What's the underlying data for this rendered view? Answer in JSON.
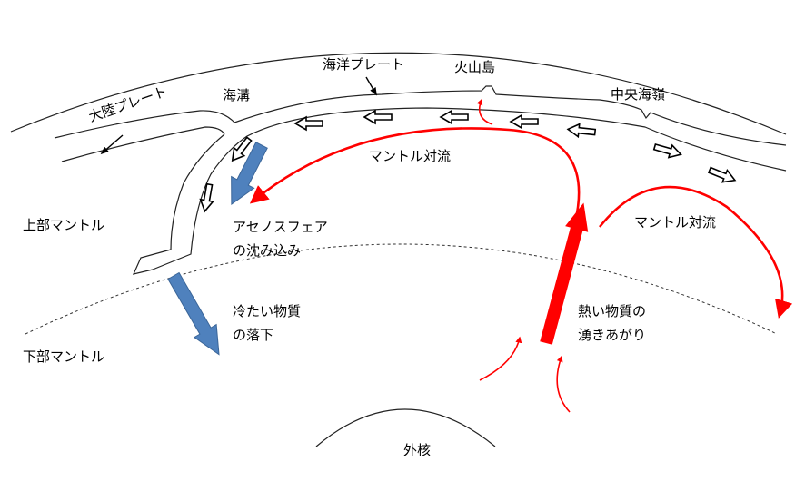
{
  "labels": {
    "continental_plate": "大陸プレート",
    "trench": "海溝",
    "oceanic_plate": "海洋プレート",
    "volcanic_island": "火山島",
    "mid_ocean_ridge": "中央海嶺",
    "mantle_convection_top": "マントル対流",
    "mantle_convection_right": "マントル対流",
    "upper_mantle": "上部マントル",
    "lower_mantle": "下部マントル",
    "asthenosphere_line1": "アセノスフェア",
    "asthenosphere_line2": "の沈み込み",
    "cold_line1": "冷たい物質",
    "cold_line2": "の落下",
    "hot_line1": "熱い物質の",
    "hot_line2": "湧きあがり",
    "outer_core": "外核"
  },
  "colors": {
    "hot_flow": "#ff0000",
    "cold_flow": "#4f81bd",
    "cold_flow_border": "#3a6598",
    "lines": "#222222"
  }
}
